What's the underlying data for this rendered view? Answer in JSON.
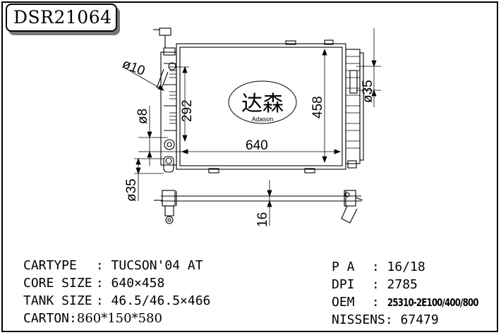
{
  "part_number": "DSR21064",
  "drawing": {
    "dimensions": {
      "width": "640",
      "height": "458",
      "tank_height": "292",
      "inlet_dia": "ø10",
      "pipe_dia_small": "ø8",
      "outlet_dia": "ø35",
      "inlet_dia_right": "ø35",
      "core_thickness": "16"
    },
    "logo": {
      "chinese": "达森",
      "latin": "Adason"
    }
  },
  "specs_left": [
    {
      "label": "CARTYPE",
      "sep": " : ",
      "value": "TUCSON'04 AT"
    },
    {
      "label": "CORE SIZE",
      "sep": " : ",
      "value": "640×458"
    },
    {
      "label": "TANK SIZE",
      "sep": " : ",
      "value": "46.5/46.5×466"
    },
    {
      "label": "CARTON",
      "sep": ":",
      "value": "860*150*580"
    }
  ],
  "specs_right": [
    {
      "label": "P A",
      "sep": " : ",
      "value": "16/18"
    },
    {
      "label": "DPI",
      "sep": " : ",
      "value": "2785"
    },
    {
      "label": "OEM",
      "sep": " : ",
      "value": "25310-2E100/400/800"
    },
    {
      "label": "NISSENS",
      "sep": ": ",
      "value": "67479"
    }
  ]
}
